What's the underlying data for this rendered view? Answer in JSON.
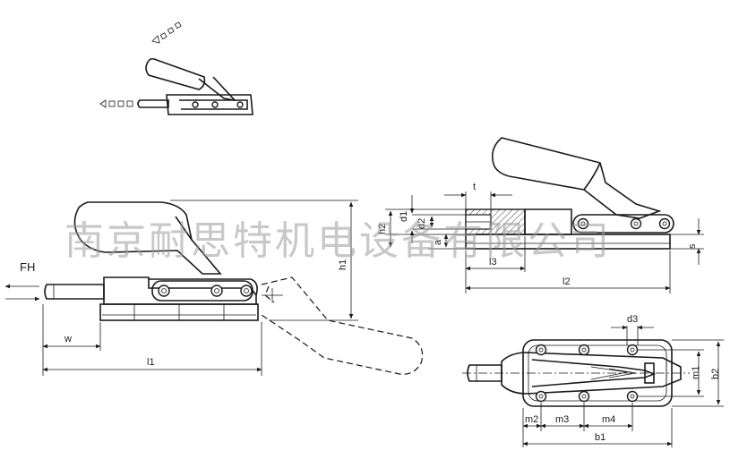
{
  "watermark": "南京耐思特机电设备有限公司",
  "labels": {
    "fh": "FH",
    "w": "w",
    "l1": "l1",
    "h1": "h1",
    "h2": "h2",
    "d1": "d1",
    "d2": "d2",
    "a": "a",
    "t": "t",
    "l3": "l3",
    "l2": "l2",
    "s": "s",
    "d3": "d3",
    "m1": "m1",
    "b2": "b2",
    "m2": "m2",
    "m3": "m3",
    "m4": "m4",
    "b1": "b1"
  }
}
